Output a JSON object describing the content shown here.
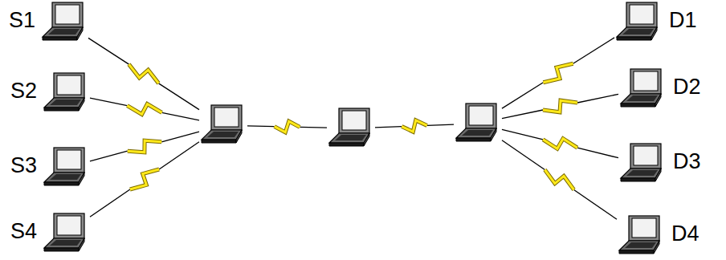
{
  "diagram": {
    "nodes": [
      {
        "text": [
          "S1"
        ]
      },
      {
        "text": [
          "S2"
        ]
      },
      {
        "text": [
          "S3"
        ]
      },
      {
        "text": [
          "S4"
        ]
      },
      {
        "text": []
      },
      {
        "text": []
      },
      {
        "text": []
      },
      {
        "text": [
          "D1"
        ]
      },
      {
        "text": [
          "D2"
        ]
      },
      {
        "text": [
          "D3"
        ]
      },
      {
        "text": [
          "D4"
        ]
      }
    ],
    "edges": [
      {
        "from": 0,
        "to": 4,
        "arrow": "none"
      },
      {
        "from": 1,
        "to": 4,
        "arrow": "none"
      },
      {
        "from": 2,
        "to": 4,
        "arrow": "none"
      },
      {
        "from": 3,
        "to": 4,
        "arrow": "none"
      },
      {
        "from": 4,
        "to": 5,
        "arrow": "none"
      },
      {
        "from": 5,
        "to": 6,
        "arrow": "none"
      },
      {
        "from": 6,
        "to": 7,
        "arrow": "none"
      },
      {
        "from": 6,
        "to": 8,
        "arrow": "none"
      },
      {
        "from": 6,
        "to": 9,
        "arrow": "none"
      },
      {
        "from": 6,
        "to": 10,
        "arrow": "none"
      }
    ]
  }
}
